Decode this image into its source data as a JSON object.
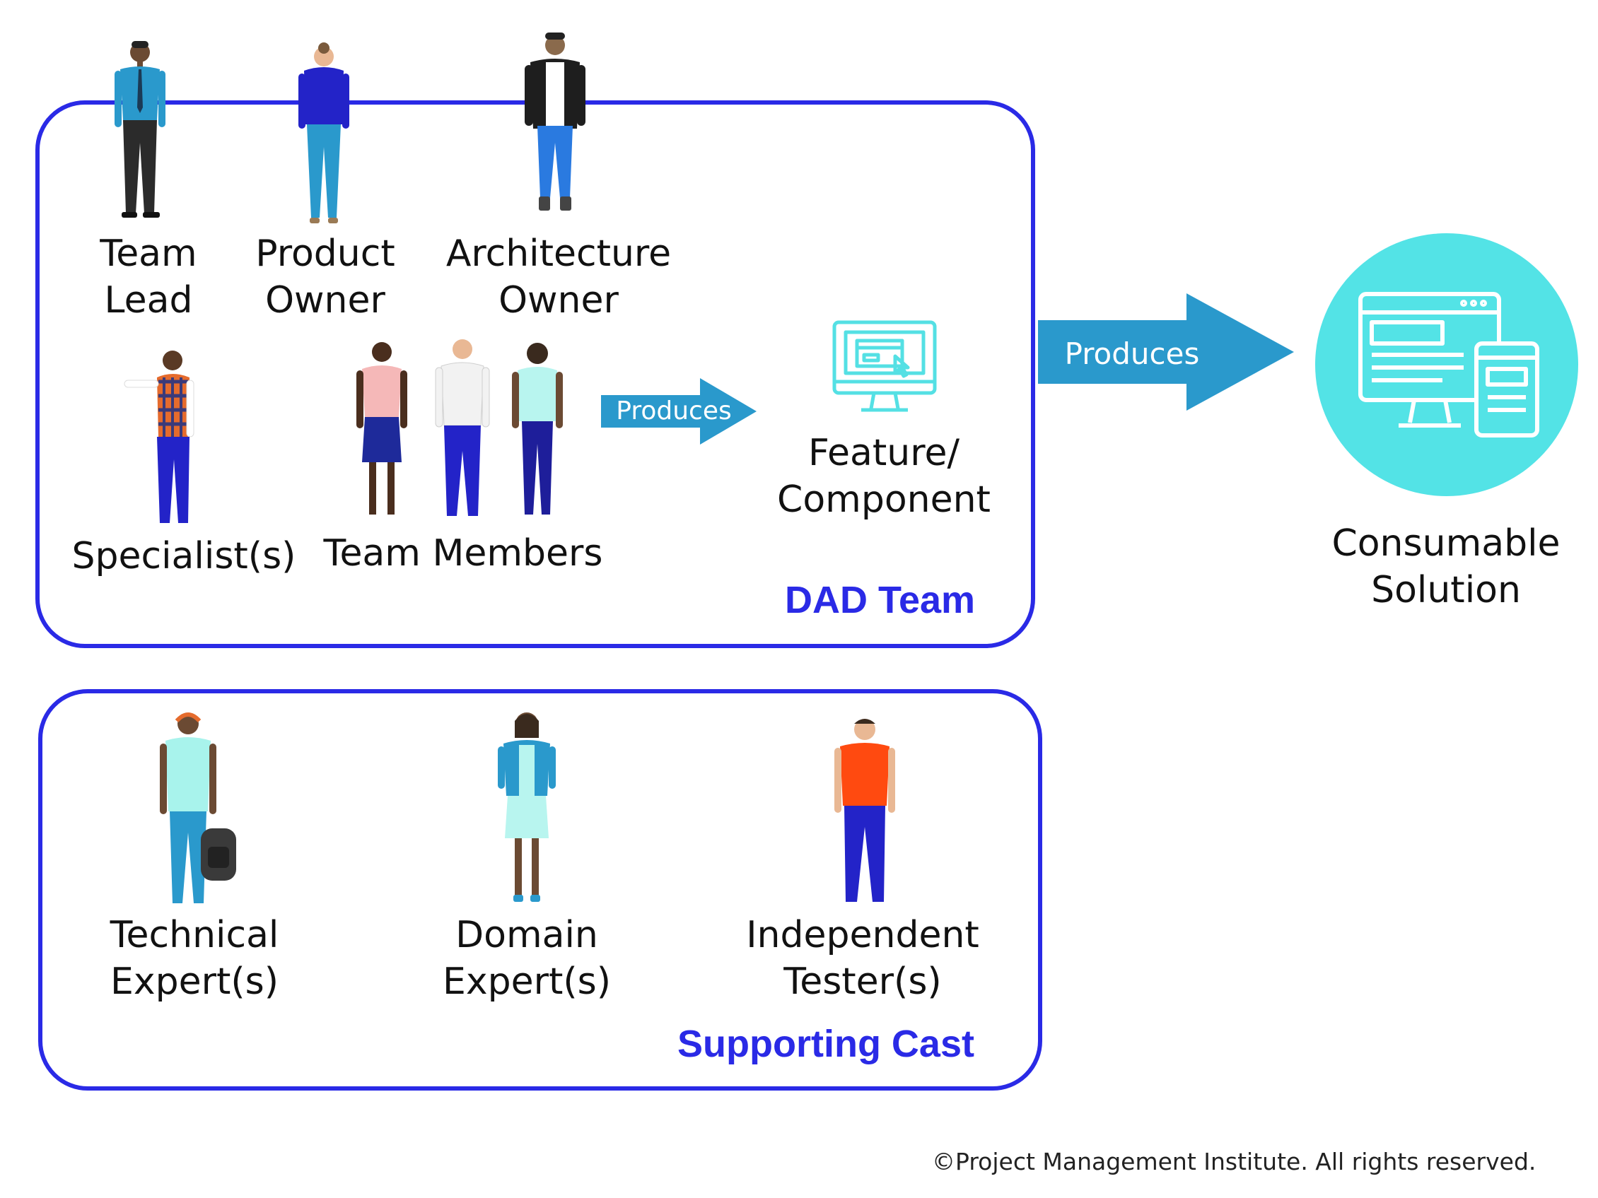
{
  "colors": {
    "frame": "#2a2ae6",
    "arrow": "#2a99cc",
    "solution_circle": "#53e3e6",
    "icon_line": "#54e0e4"
  },
  "dad_team": {
    "title": "DAD Team",
    "roles": [
      {
        "line1": "Team",
        "line2": "Lead"
      },
      {
        "line1": "Product",
        "line2": "Owner"
      },
      {
        "line1": "Architecture",
        "line2": "Owner"
      }
    ],
    "specialists_label": "Specialist(s)",
    "team_members_label": "Team Members",
    "produces_small": "Produces",
    "feature": {
      "line1": "Feature/",
      "line2": "Component",
      "icon": "monitor-click-icon"
    }
  },
  "produces_large": "Produces",
  "solution": {
    "line1": "Consumable",
    "line2": "Solution",
    "icon": "desktop-and-phone-icon"
  },
  "supporting_cast": {
    "title": "Supporting Cast",
    "roles": [
      {
        "line1": "Technical",
        "line2": "Expert(s)"
      },
      {
        "line1": "Domain",
        "line2": "Expert(s)"
      },
      {
        "line1": "Independent",
        "line2": "Tester(s)"
      }
    ]
  },
  "copyright": "©Project Management Institute. All rights reserved."
}
